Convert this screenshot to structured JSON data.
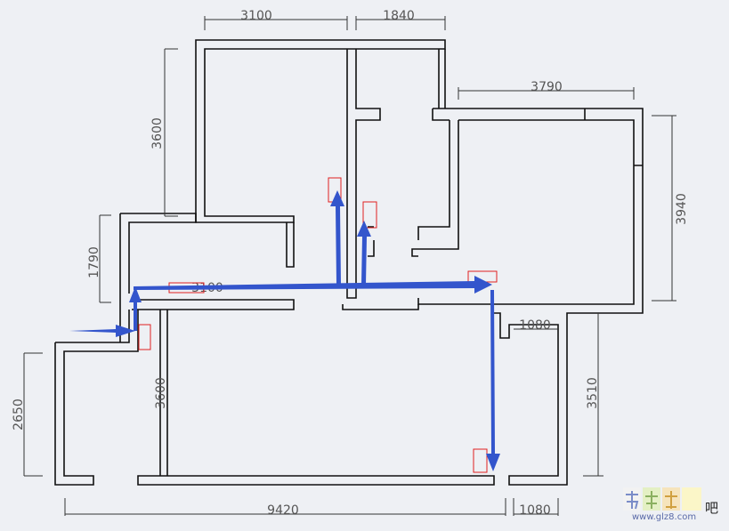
{
  "dimensions": {
    "top_left_width": "3100",
    "top_mid_width": "1840",
    "right_room_width": "3790",
    "left_upper_height": "3600",
    "right_room_height": "3940",
    "left_mid_height": "1790",
    "corridor_width": "3100",
    "small_room_width": "1080",
    "lower_room_height": "3600",
    "right_lower_height": "3510",
    "left_lower_height": "2650",
    "total_bottom_width": "9420",
    "bottom_right_width": "1080"
  },
  "watermark": {
    "url": "www.glz8.com",
    "char_last": "吧"
  },
  "colors": {
    "background": "#eef0f4",
    "arrow": "#3355cc",
    "door": "#e02020"
  }
}
